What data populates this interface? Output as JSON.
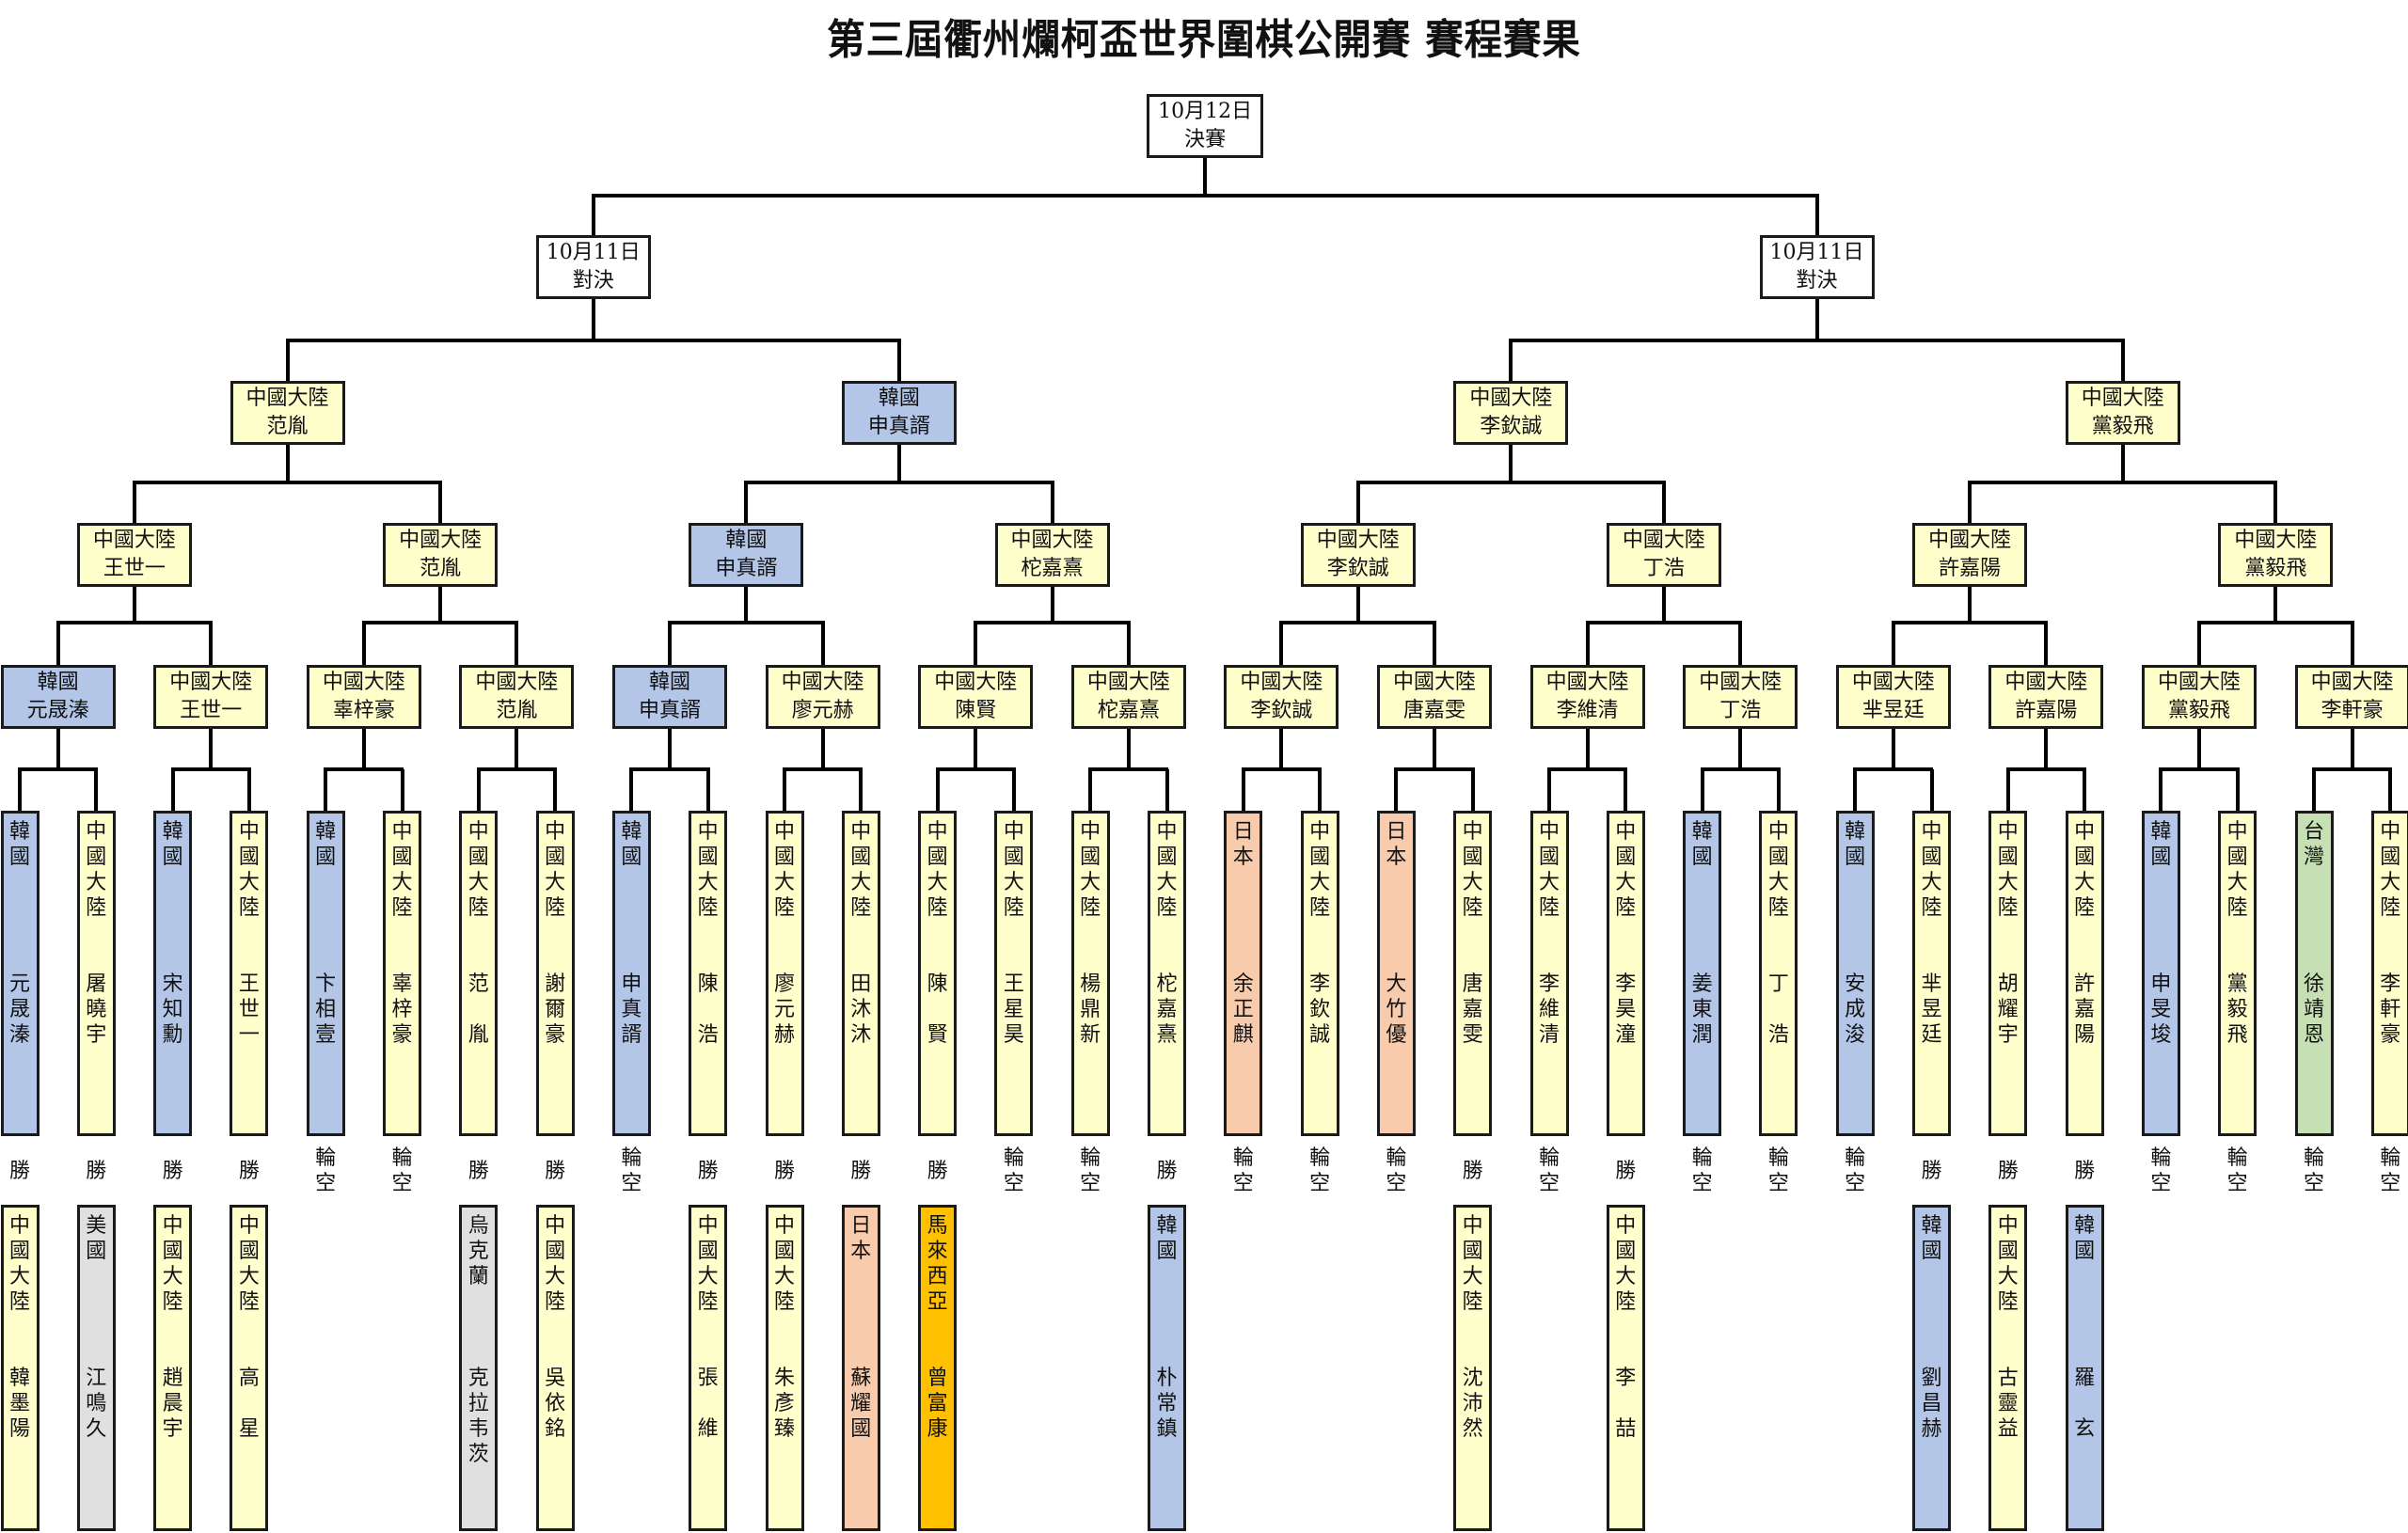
{
  "title": "第三屆衢州爛柯盃世界圍棋公開賽 賽程賽果",
  "colors": {
    "中國大陸": "#ffffcc",
    "韓國": "#b4c6e7",
    "日本": "#f8cbad",
    "台灣": "#c6e0b4",
    "美國": "#e0e0e0",
    "烏克蘭": "#e0e0e0",
    "馬來西亞": "#ffc000",
    "stage": "#ffffff"
  },
  "final": {
    "date": "10月12日",
    "label": "決賽"
  },
  "semifinals": [
    {
      "date": "10月11日",
      "label": "對決"
    },
    {
      "date": "10月11日",
      "label": "對決"
    }
  ],
  "quarterfinals": [
    {
      "country": "中國大陸",
      "name": "范胤"
    },
    {
      "country": "韓國",
      "name": "申真諝"
    },
    {
      "country": "中國大陸",
      "name": "李欽誠"
    },
    {
      "country": "中國大陸",
      "name": "黨毅飛"
    }
  ],
  "round16": [
    {
      "country": "中國大陸",
      "name": "王世一"
    },
    {
      "country": "中國大陸",
      "name": "范胤"
    },
    {
      "country": "韓國",
      "name": "申真諝"
    },
    {
      "country": "中國大陸",
      "name": "柁嘉熹"
    },
    {
      "country": "中國大陸",
      "name": "李欽誠"
    },
    {
      "country": "中國大陸",
      "name": "丁浩"
    },
    {
      "country": "中國大陸",
      "name": "許嘉陽"
    },
    {
      "country": "中國大陸",
      "name": "黨毅飛"
    }
  ],
  "round32": [
    {
      "country": "韓國",
      "name": "元晟溱"
    },
    {
      "country": "中國大陸",
      "name": "王世一"
    },
    {
      "country": "中國大陸",
      "name": "辜梓豪"
    },
    {
      "country": "中國大陸",
      "name": "范胤"
    },
    {
      "country": "韓國",
      "name": "申真諝"
    },
    {
      "country": "中國大陸",
      "name": "廖元赫"
    },
    {
      "country": "中國大陸",
      "name": "陳賢"
    },
    {
      "country": "中國大陸",
      "name": "柁嘉熹"
    },
    {
      "country": "中國大陸",
      "name": "李欽誠"
    },
    {
      "country": "中國大陸",
      "name": "唐嘉雯"
    },
    {
      "country": "中國大陸",
      "name": "李維清"
    },
    {
      "country": "中國大陸",
      "name": "丁浩"
    },
    {
      "country": "中國大陸",
      "name": "芈昱廷"
    },
    {
      "country": "中國大陸",
      "name": "許嘉陽"
    },
    {
      "country": "中國大陸",
      "name": "黨毅飛"
    },
    {
      "country": "中國大陸",
      "name": "李軒豪"
    }
  ],
  "round64": [
    {
      "country": "韓國",
      "name": "元晟溱",
      "result": "勝"
    },
    {
      "country": "中國大陸",
      "name": "屠曉宇",
      "result": "勝"
    },
    {
      "country": "韓國",
      "name": "宋知勳",
      "result": "勝"
    },
    {
      "country": "中國大陸",
      "name": "王世一",
      "result": "勝"
    },
    {
      "country": "韓國",
      "name": "卞相壹",
      "result": "輪空"
    },
    {
      "country": "中國大陸",
      "name": "辜梓豪",
      "result": "輪空"
    },
    {
      "country": "中國大陸",
      "name": "范胤",
      "result": "勝"
    },
    {
      "country": "中國大陸",
      "name": "謝爾豪",
      "result": "勝"
    },
    {
      "country": "韓國",
      "name": "申真諝",
      "result": "輪空"
    },
    {
      "country": "中國大陸",
      "name": "陳浩",
      "result": "勝"
    },
    {
      "country": "中國大陸",
      "name": "廖元赫",
      "result": "勝"
    },
    {
      "country": "中國大陸",
      "name": "田沐沐",
      "result": "勝"
    },
    {
      "country": "中國大陸",
      "name": "陳賢",
      "result": "勝"
    },
    {
      "country": "中國大陸",
      "name": "王星昊",
      "result": "輪空"
    },
    {
      "country": "中國大陸",
      "name": "楊鼎新",
      "result": "輪空"
    },
    {
      "country": "中國大陸",
      "name": "柁嘉熹",
      "result": "勝"
    },
    {
      "country": "日本",
      "name": "余正麒",
      "result": "輪空"
    },
    {
      "country": "中國大陸",
      "name": "李欽誠",
      "result": "輪空"
    },
    {
      "country": "日本",
      "name": "大竹優",
      "result": "輪空"
    },
    {
      "country": "中國大陸",
      "name": "唐嘉雯",
      "result": "勝"
    },
    {
      "country": "中國大陸",
      "name": "李維清",
      "result": "輪空"
    },
    {
      "country": "中國大陸",
      "name": "李昊潼",
      "result": "勝"
    },
    {
      "country": "韓國",
      "name": "姜東潤",
      "result": "輪空"
    },
    {
      "country": "中國大陸",
      "name": "丁浩",
      "result": "輪空"
    },
    {
      "country": "韓國",
      "name": "安成浚",
      "result": "輪空"
    },
    {
      "country": "中國大陸",
      "name": "芈昱廷",
      "result": "勝"
    },
    {
      "country": "中國大陸",
      "name": "胡耀宇",
      "result": "勝"
    },
    {
      "country": "中國大陸",
      "name": "許嘉陽",
      "result": "勝"
    },
    {
      "country": "韓國",
      "name": "申旻埈",
      "result": "輪空"
    },
    {
      "country": "中國大陸",
      "name": "黨毅飛",
      "result": "輪空"
    },
    {
      "country": "台灣",
      "name": "徐靖恩",
      "result": "輪空"
    },
    {
      "country": "中國大陸",
      "name": "李軒豪",
      "result": "輪空"
    }
  ],
  "qualifiers": [
    {
      "col": 0,
      "country": "中國大陸",
      "name": "韓墨陽"
    },
    {
      "col": 1,
      "country": "美國",
      "name": "江鳴久"
    },
    {
      "col": 2,
      "country": "中國大陸",
      "name": "趙晨宇"
    },
    {
      "col": 3,
      "country": "中國大陸",
      "name": "高星"
    },
    {
      "col": 6,
      "country": "烏克蘭",
      "name": "克拉韦茨"
    },
    {
      "col": 7,
      "country": "中國大陸",
      "name": "吳依銘"
    },
    {
      "col": 9,
      "country": "中國大陸",
      "name": "張維"
    },
    {
      "col": 10,
      "country": "中國大陸",
      "name": "朱彥臻"
    },
    {
      "col": 11,
      "country": "日本",
      "name": "蘇耀國"
    },
    {
      "col": 12,
      "country": "馬來西亞",
      "name": "曾富康"
    },
    {
      "col": 15,
      "country": "韓國",
      "name": "朴常鎮"
    },
    {
      "col": 19,
      "country": "中國大陸",
      "name": "沈沛然"
    },
    {
      "col": 21,
      "country": "中國大陸",
      "name": "李喆"
    },
    {
      "col": 25,
      "country": "韓國",
      "name": "劉昌赫"
    },
    {
      "col": 26,
      "country": "中國大陸",
      "name": "古靈益"
    },
    {
      "col": 27,
      "country": "韓國",
      "name": "羅玄"
    }
  ]
}
